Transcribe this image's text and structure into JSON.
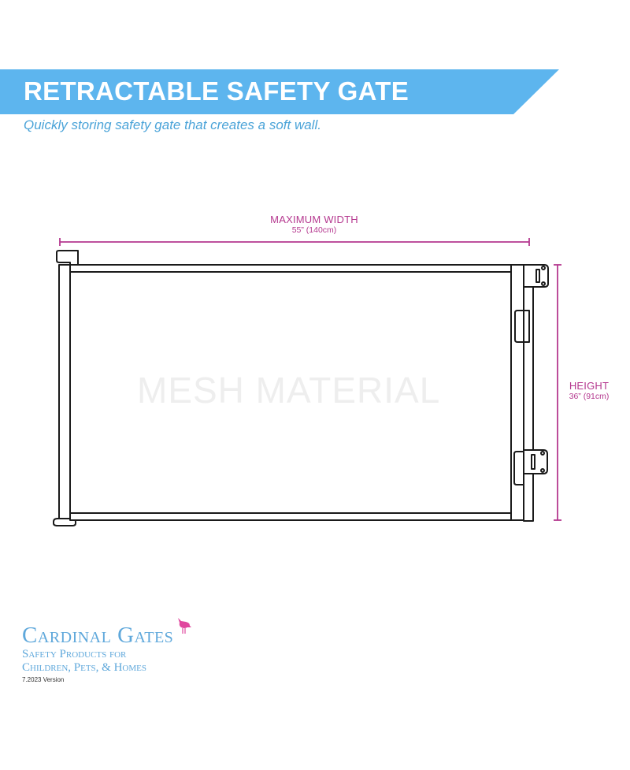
{
  "header": {
    "title": "RETRACTABLE SAFETY GATE",
    "subtitle": "Quickly storing safety gate that creates a soft wall.",
    "banner_color": "#5db5ee"
  },
  "diagram": {
    "mesh_label": "MESH MATERIAL",
    "width_dimension": {
      "label": "MAXIMUM WIDTH",
      "value": "55” (140cm)"
    },
    "height_dimension": {
      "label": "HEIGHT",
      "value": "36” (91cm)"
    },
    "dimension_color": "#b5388f",
    "line_color": "#1a1a1a"
  },
  "brand": {
    "name": "Cardinal Gates",
    "tagline_line1": "Safety Products for",
    "tagline_line2": "Children, Pets, & Homes",
    "version": "7.2023 Version",
    "brand_color": "#5fa8db",
    "bird_color": "#e0479e"
  }
}
